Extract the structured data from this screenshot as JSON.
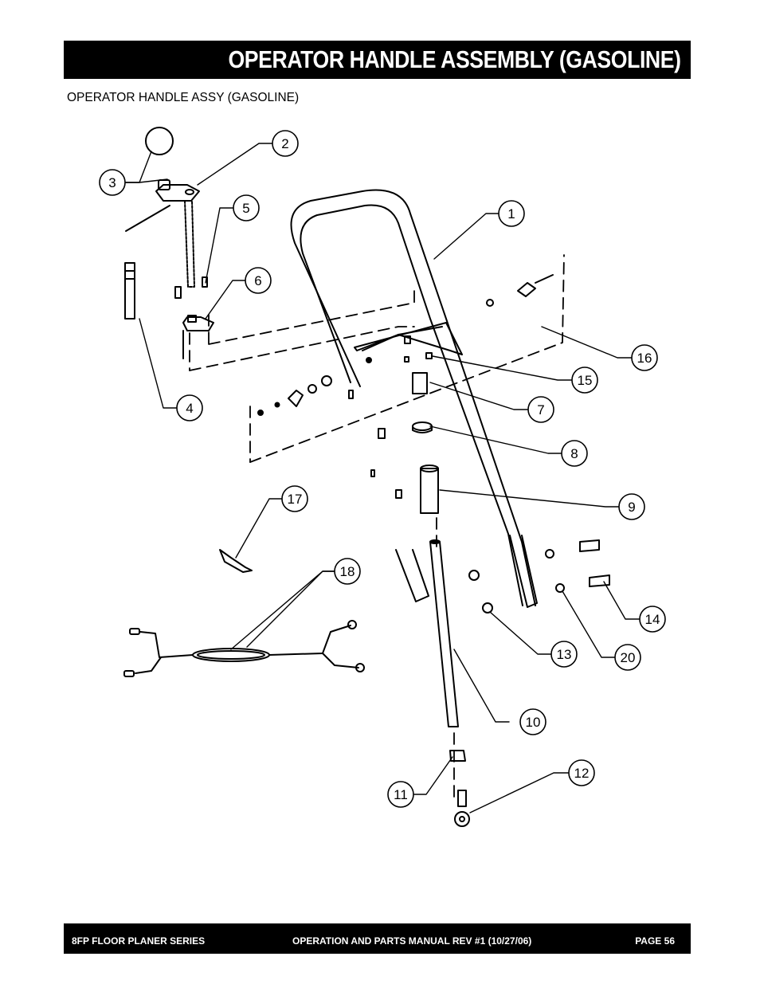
{
  "header": {
    "title": "OPERATOR HANDLE ASSEMBLY (GASOLINE)"
  },
  "diagram": {
    "caption": "OPERATOR HANDLE ASSY (GASOLINE)",
    "callouts": [
      "1",
      "2",
      "3",
      "4",
      "5",
      "6",
      "7",
      "8",
      "9",
      "10",
      "11",
      "12",
      "13",
      "14",
      "15",
      "16",
      "17",
      "18",
      "20"
    ]
  },
  "footer": {
    "left": "8FP FLOOR PLANER SERIES",
    "center": "OPERATION AND PARTS MANUAL REV #1 (10/27/06)",
    "right": "PAGE 56"
  }
}
